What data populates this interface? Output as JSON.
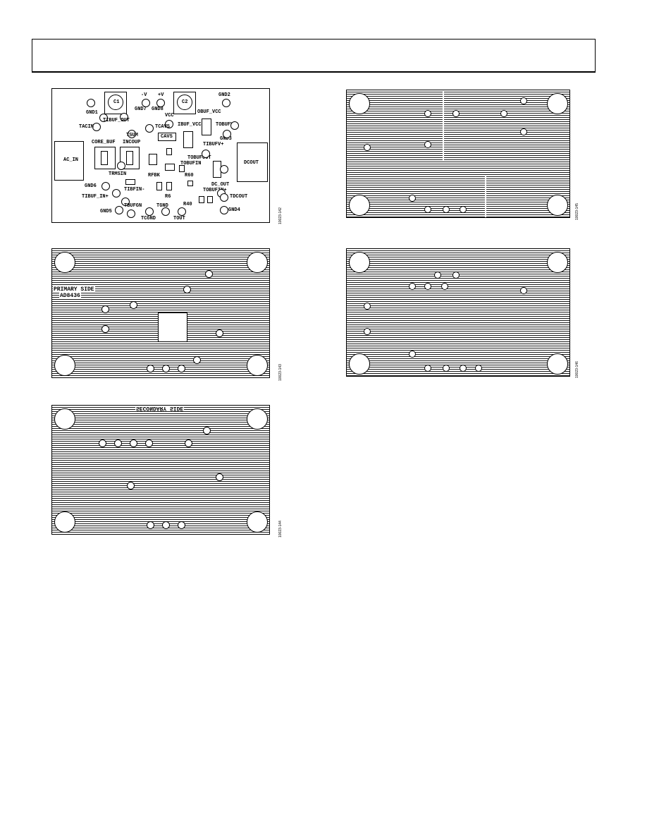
{
  "header": {},
  "figures": {
    "silkscreen": {
      "fig_num": "10023-142",
      "labels": {
        "c1": "C1",
        "c2": "C2",
        "minus_v": "-V",
        "plus_v": "+V",
        "gnd2": "GND2",
        "gnd1": "GND1",
        "gnd7": "GND7",
        "gnd8": "GND8",
        "vcc": "VCC",
        "obuf_vcc": "OBUF_VCC",
        "tibuf_out": "TIBUF_OUT",
        "tacin": "TACIN",
        "tcavs": "TCAVS",
        "tsum": "TSUM",
        "ibuf_vcc": "IBUF_VCC",
        "tobufv_plus": "TOBUFV+",
        "cavs": "CAVS",
        "gnd3": "GND3",
        "core_buf": "CORE_BUF",
        "incoup": "INCOUP",
        "ac_in": "AC_IN",
        "dcout": "DCOUT",
        "tibufv_plus": "TIBUFV+",
        "tobufout": "TOBUFOUT",
        "tobufin": "TOBUFIN",
        "trmsin": "TRMSIN",
        "rfbk": "RFBK",
        "dc_out": "DC_OUT",
        "tibfin_minus": "TIBFIN-",
        "r60": "R60",
        "tobufin_plus": "TOBUFIN+",
        "gnd6": "GND6",
        "r6": "R6",
        "tdcout": "TDCOUT",
        "tibuf_in_plus": "TIBUF_IN+",
        "r40": "R40",
        "tgnd": "TGND",
        "tbufgn": "TBUFGN",
        "gnd5": "GND5",
        "gnd4": "GND4",
        "tcgnd": "TCGND",
        "tout": "TOUT"
      }
    },
    "primary": {
      "fig_num": "10023-143",
      "labels": {
        "title": "PRIMARY SIDE",
        "part": "AD8436"
      }
    },
    "secondary": {
      "fig_num": "10023-144",
      "labels": {
        "title": "SECONDARY SIDE"
      }
    },
    "inner1": {
      "fig_num": "10023-145"
    },
    "inner2": {
      "fig_num": "10023-146"
    }
  }
}
